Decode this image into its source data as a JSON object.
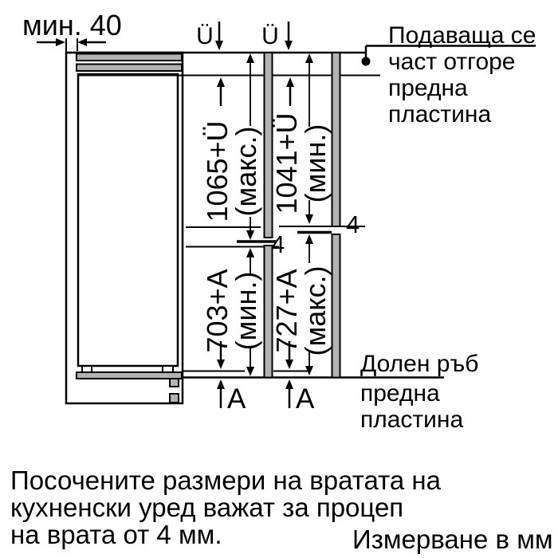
{
  "diagram": {
    "min_clearance_label": "мин. 40",
    "overhang_symbol_left": "Ü",
    "overhang_symbol_right": "Ü",
    "dim_upper_left": {
      "value": "1065+Ü",
      "qual": "(макс.)"
    },
    "dim_upper_right": {
      "value": "1041+Ü",
      "qual": "(мин.)"
    },
    "dim_lower_left": {
      "value": "703+A",
      "qual": "(мин.)"
    },
    "dim_lower_right": {
      "value": "727+A",
      "qual": "(макс.)"
    },
    "gap_left": "4",
    "gap_right": "4",
    "bottom_overhang_left": "A",
    "bottom_overhang_right": "A",
    "note_top_right": {
      "line1": "Подаваща се",
      "line2": "част отгоре",
      "line3": "предна",
      "line4": "пластина"
    },
    "note_bottom_right": {
      "line1": "Долен ръб",
      "line2": "предна",
      "line3": "пластина"
    }
  },
  "footer": {
    "caption_line1": "Посочените размери на вратата на",
    "caption_line2": "кухненски уред важат за процеп",
    "caption_line3": "на врата от 4 мм.",
    "units_note": "Измерване в мм"
  },
  "colors": {
    "ink": "#000000",
    "panel_fill": "#b3b3b3",
    "background": "#ffffff"
  }
}
